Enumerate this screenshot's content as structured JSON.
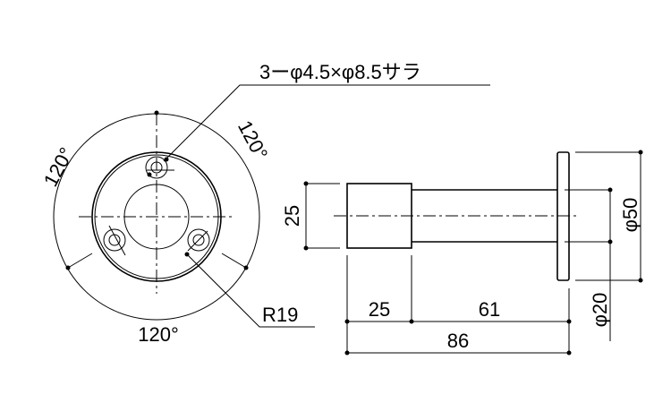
{
  "title": "Door stopper dimension drawing",
  "labels": {
    "hole_spec": "3ーφ4.5×φ8.5サラ",
    "angle_left": "120°",
    "angle_right": "120°",
    "angle_bottom": "120°",
    "radius": "R19",
    "cap_height": "25",
    "cap_length": "25",
    "shaft_length": "61",
    "total_length": "86",
    "flange_diameter": "φ50",
    "shaft_diameter": "φ20"
  },
  "colors": {
    "line": "#000000",
    "background": "#ffffff"
  }
}
